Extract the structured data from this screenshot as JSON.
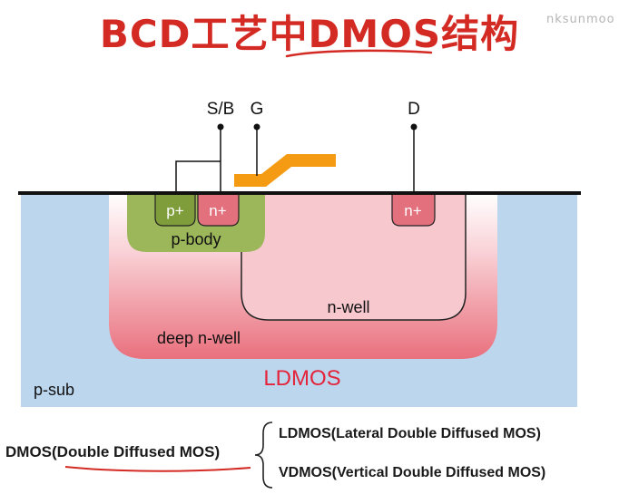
{
  "title": "BCD工艺中DMOS结构",
  "watermark": "nksunmoo",
  "diagram": {
    "terminals": {
      "source_body": "S/B",
      "gate": "G",
      "drain": "D"
    },
    "regions": {
      "p_plus": "p+",
      "n_plus_source": "n+",
      "n_plus_drain": "n+",
      "p_body": "p-body",
      "n_well": "n-well",
      "deep_n_well": "deep n-well",
      "p_sub": "p-sub"
    },
    "device_label": "LDMOS",
    "colors": {
      "title_red": "#d42a24",
      "p_sub": "#bcd6ee",
      "deep_n_well": "#ee8a94",
      "n_well": "#f8c8cf",
      "p_body": "#9cb65a",
      "n_plus": "#e2707d",
      "gate": "#f49b13",
      "device_label": "#e3243b"
    }
  },
  "dmos": {
    "prefix": "DMOS(",
    "full_name": "Double Diffused MOS",
    "suffix": ")",
    "types": [
      "LDMOS(Lateral Double Diffused MOS)",
      "VDMOS(Vertical Double Diffused MOS)"
    ]
  }
}
